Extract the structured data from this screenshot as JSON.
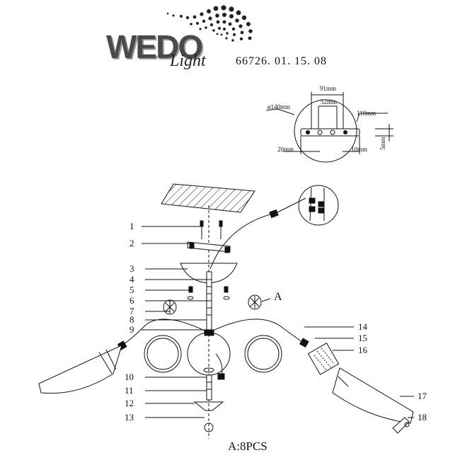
{
  "brand": {
    "name": "WEDO",
    "sub": "Light"
  },
  "model_number": "66726. 01. 15. 08",
  "mount_dims": {
    "diameter": "ø140mm",
    "d91": "91mm",
    "d52": "52mm",
    "d118": "118mm",
    "d20": "20mm",
    "d10": "10mm",
    "d5": "5mm"
  },
  "callout": "A",
  "footer": "A:8PCS",
  "parts_left": [
    "1",
    "2",
    "3",
    "4",
    "5",
    "6",
    "7",
    "8",
    "9",
    "10",
    "11",
    "12",
    "13"
  ],
  "parts_right": [
    "14",
    "15",
    "16",
    "17",
    "18"
  ],
  "colors": {
    "line": "#111111",
    "logo": "#4a4a4a"
  }
}
